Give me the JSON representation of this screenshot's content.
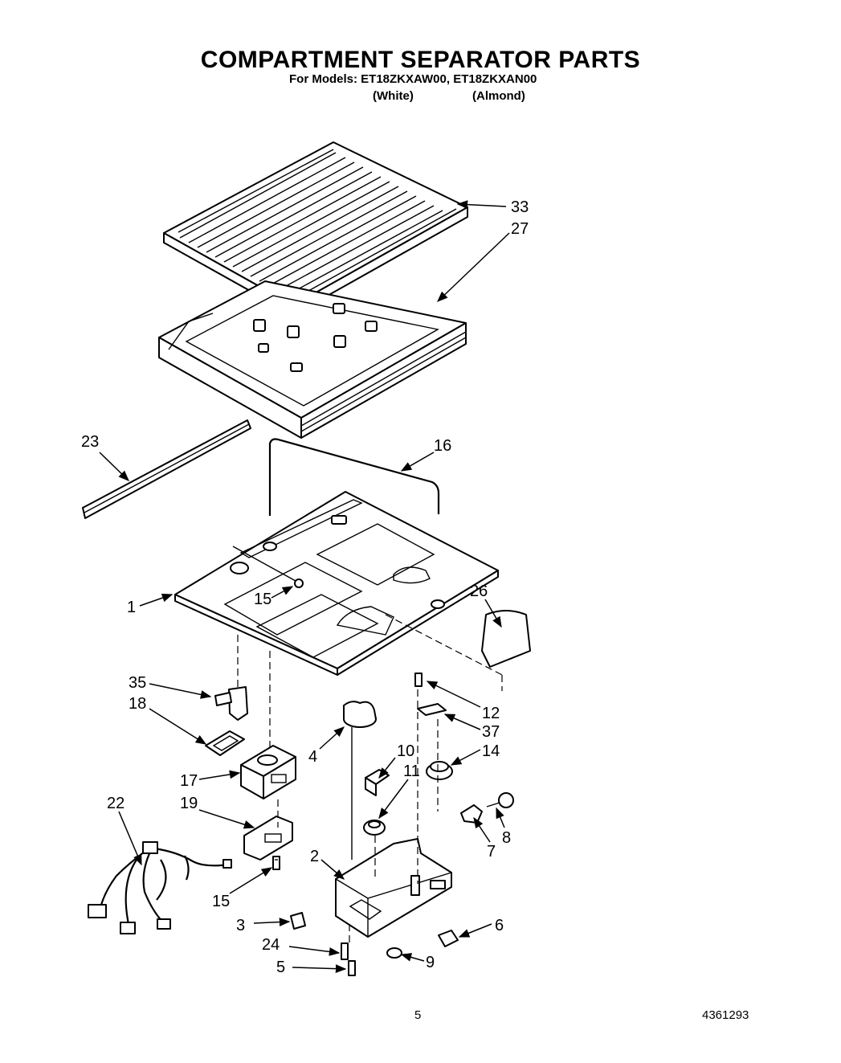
{
  "header": {
    "title": "COMPARTMENT SEPARATOR PARTS",
    "models": "For Models: ET18ZKXAW00, ET18ZKXAN00",
    "variant_white": "(White)",
    "variant_almond": "(Almond)"
  },
  "callouts": {
    "c33": "33",
    "c27": "27",
    "c23": "23",
    "c16": "16",
    "c1": "1",
    "c15a": "15",
    "c26": "26",
    "c35": "35",
    "c18": "18",
    "c12": "12",
    "c37": "37",
    "c4": "4",
    "c10": "10",
    "c14": "14",
    "c11": "11",
    "c17": "17",
    "c22": "22",
    "c19": "19",
    "c8": "8",
    "c7": "7",
    "c2": "2",
    "c15b": "15",
    "c3": "3",
    "c6": "6",
    "c24": "24",
    "c9": "9",
    "c5": "5"
  },
  "footer": {
    "page_number": "5",
    "document_number": "4361293"
  }
}
